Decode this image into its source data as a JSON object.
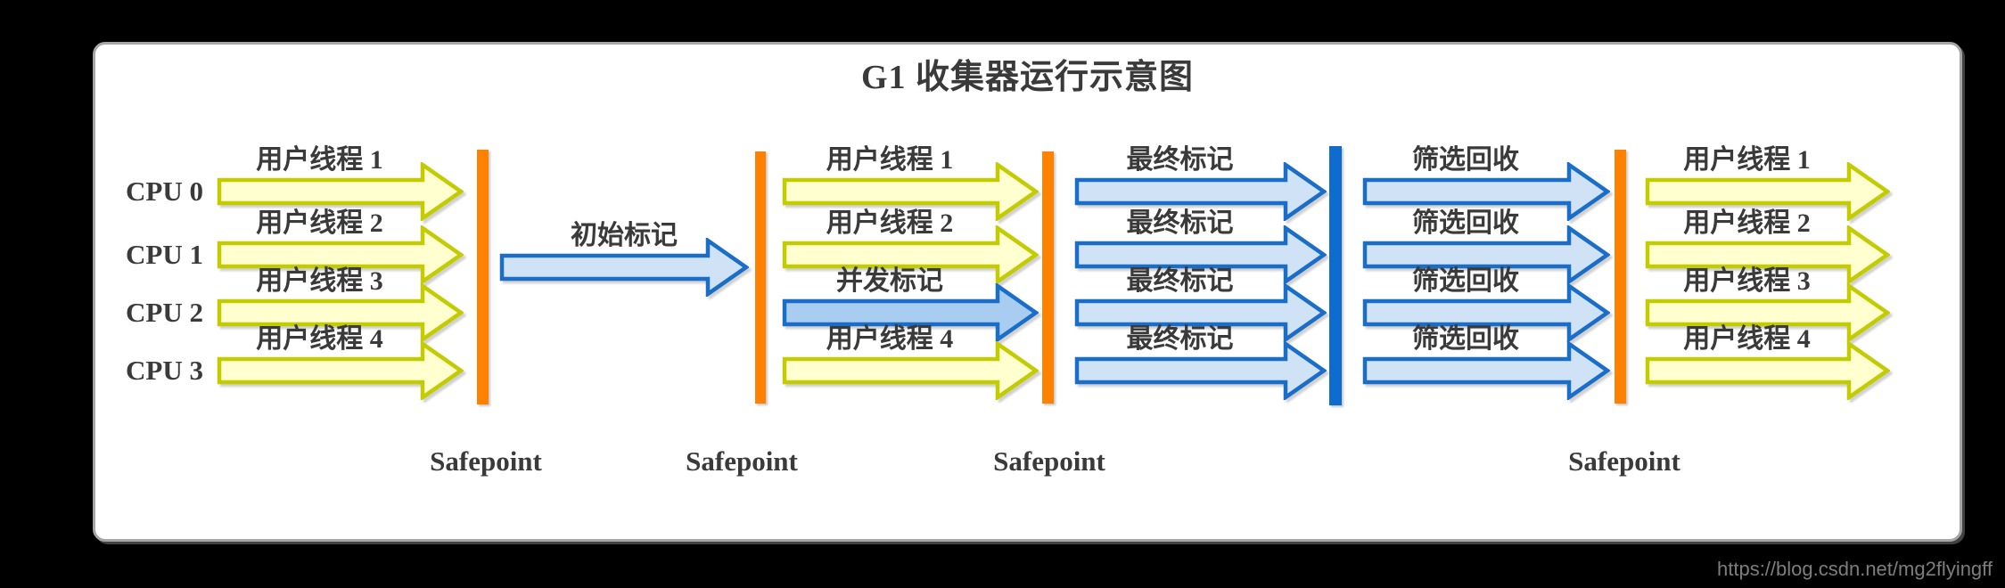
{
  "title": "G1 收集器运行示意图",
  "cpus": [
    "CPU 0",
    "CPU 1",
    "CPU 2",
    "CPU 3"
  ],
  "phases": {
    "running_before": {
      "threads": [
        "用户线程 1",
        "用户线程 2",
        "用户线程 3",
        "用户线程 4"
      ]
    },
    "initial_mark": {
      "label": "初始标记"
    },
    "concurrent_mark": {
      "threads": [
        "用户线程 1",
        "用户线程 2",
        "并发标记",
        "用户线程 4"
      ]
    },
    "final_mark": {
      "threads": [
        "最终标记",
        "最终标记",
        "最终标记",
        "最终标记"
      ]
    },
    "evacuation": {
      "threads": [
        "筛选回收",
        "筛选回收",
        "筛选回收",
        "筛选回收"
      ]
    },
    "running_after": {
      "threads": [
        "用户线程 1",
        "用户线程 2",
        "用户线程 3",
        "用户线程 4"
      ]
    }
  },
  "safepoints": [
    "Safepoint",
    "Safepoint",
    "Safepoint",
    "Safepoint"
  ],
  "watermark": "https://blog.csdn.net/mg2flyingff",
  "colors": {
    "bg": "#000000",
    "panel-bg": "#ffffff",
    "panel-border": "#a6a6a6",
    "ink": "#3a3a3a",
    "yellow-fill": "#ffffd0",
    "yellow-stroke": "#c3cc00",
    "blue-fill": "#cfe2f6",
    "blue-fill-strong": "#a8cdf0",
    "blue-stroke": "#1b6ec8",
    "orange-bar": "#ff8102",
    "blue-bar": "#0e6cce",
    "watermark-ink": "#7d7d7d"
  }
}
